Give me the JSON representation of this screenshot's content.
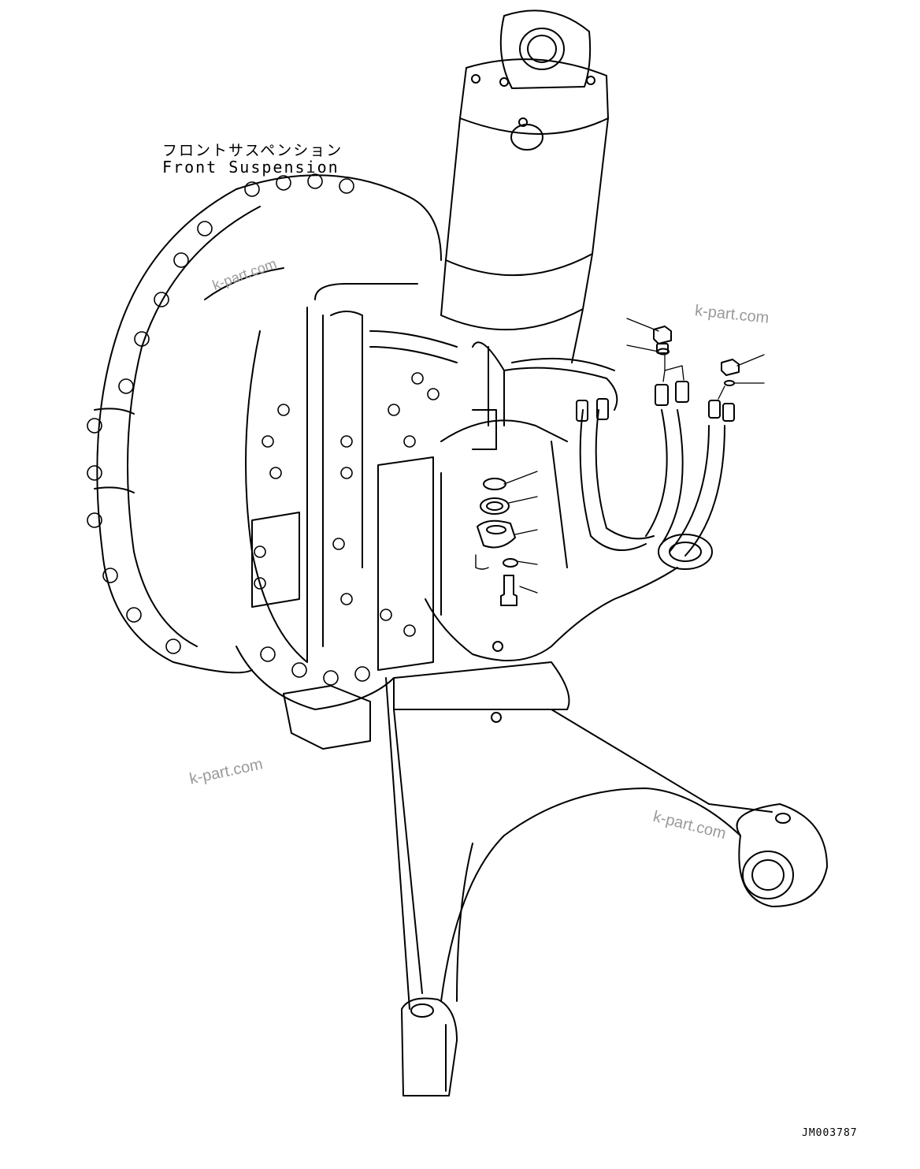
{
  "title": {
    "jp": "フロントサスペンション",
    "en": "Front Suspension"
  },
  "drawing_code": "JM003787",
  "watermark": "k-part.com",
  "colors": {
    "line": "#000000",
    "background": "#ffffff",
    "watermark": "#9a9a9a"
  }
}
